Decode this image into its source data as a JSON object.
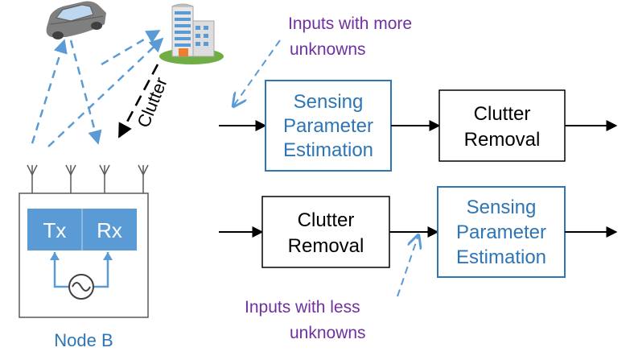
{
  "node": {
    "label": "Node B",
    "tx_label": "Tx",
    "rx_label": "Rx"
  },
  "scene": {
    "clutter_label": "Clutter"
  },
  "pipeline_top": {
    "block1": [
      "Sensing",
      "Parameter",
      "Estimation"
    ],
    "block2": [
      "Clutter",
      "Removal"
    ],
    "note": [
      "Inputs with more",
      "unknowns"
    ]
  },
  "pipeline_bottom": {
    "block1": [
      "Clutter",
      "Removal"
    ],
    "block2": [
      "Sensing",
      "Parameter",
      "Estimation"
    ],
    "note": [
      "Inputs with less",
      "unknowns"
    ]
  },
  "colors": {
    "accent_blue": "#2E75B6",
    "block_fill": "#5B9BD5",
    "note_purple": "#7030A0",
    "dashed_blue": "#5B9BD5",
    "black": "#000000"
  },
  "icons": {
    "car": "car-icon",
    "building": "building-icon",
    "oscillator": "oscillator-icon",
    "antenna": "antenna-icon"
  }
}
